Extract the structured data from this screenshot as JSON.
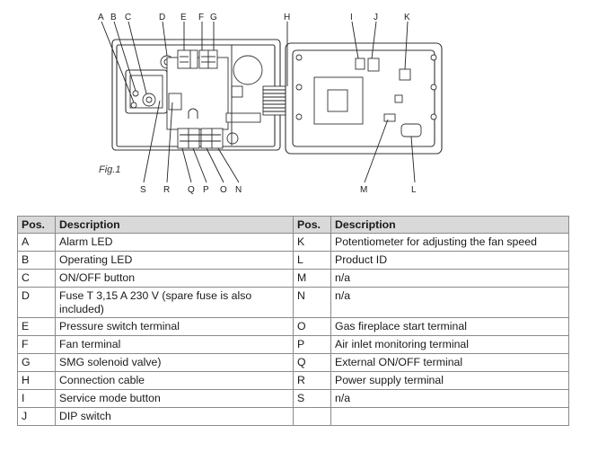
{
  "figure": {
    "caption": "Fig.1",
    "callouts_top": [
      "A",
      "B",
      "C",
      "D",
      "E",
      "F",
      "G",
      "H",
      "I",
      "J",
      "K"
    ],
    "callouts_bottom": [
      "S",
      "R",
      "Q",
      "P",
      "O",
      "N",
      "M",
      "L"
    ]
  },
  "table": {
    "headers": [
      "Pos.",
      "Description",
      "Pos.",
      "Description"
    ],
    "rows": [
      {
        "pos1": "A",
        "desc1": "Alarm LED",
        "pos2": "K",
        "desc2": "Potentiometer for adjusting the fan speed"
      },
      {
        "pos1": "B",
        "desc1": "Operating LED",
        "pos2": "L",
        "desc2": "Product ID"
      },
      {
        "pos1": "C",
        "desc1": "ON/OFF button",
        "pos2": "M",
        "desc2": "n/a"
      },
      {
        "pos1": "D",
        "desc1": "Fuse T 3,15 A 230 V (spare fuse is also included)",
        "pos2": "N",
        "desc2": "n/a"
      },
      {
        "pos1": "E",
        "desc1": "Pressure switch terminal",
        "pos2": "O",
        "desc2": "Gas fireplace start terminal"
      },
      {
        "pos1": "F",
        "desc1": "Fan terminal",
        "pos2": "P",
        "desc2": "Air inlet monitoring terminal"
      },
      {
        "pos1": "G",
        "desc1": "SMG solenoid valve)",
        "pos2": "Q",
        "desc2": "External ON/OFF terminal"
      },
      {
        "pos1": "H",
        "desc1": "Connection cable",
        "pos2": "R",
        "desc2": "Power supply terminal"
      },
      {
        "pos1": "I",
        "desc1": "Service mode button",
        "pos2": "S",
        "desc2": "n/a"
      },
      {
        "pos1": "J",
        "desc1": "DIP switch",
        "pos2": "",
        "desc2": ""
      }
    ]
  }
}
